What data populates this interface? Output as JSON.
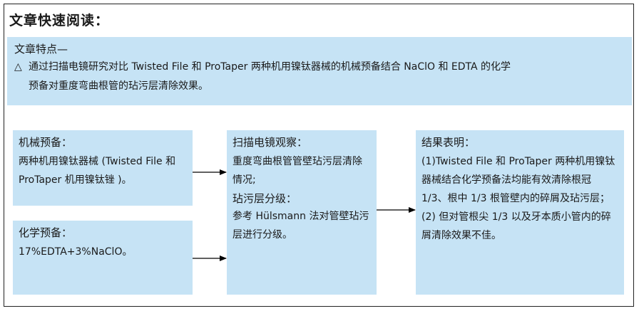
{
  "page": {
    "heading": "文章快速阅读："
  },
  "features": {
    "title": "文章特点—",
    "bullet": "△",
    "line1": "通过扫描电镜研究对比 Twisted File 和 ProTaper 两种机用镍钛器械的机械预备结合 NaClO 和 EDTA 的化学",
    "line2": "预备对重度弯曲根管的玷污层清除效果。"
  },
  "mechanical": {
    "title": "机械预备：",
    "text": "两种机用镍钛器械 (Twisted File 和 ProTaper 机用镍钛锉 )。"
  },
  "chemical": {
    "title": "化学预备：",
    "text": "17%EDTA+3%NaClO。"
  },
  "sem": {
    "title": "扫描电镜观察：",
    "text1": "重度弯曲根管管壁玷污层清除情况;",
    "title2": "玷污层分级：",
    "text2": "参考 Hülsmann 法对管壁玷污层进行分级。"
  },
  "results": {
    "title": "结果表明：",
    "item1_label": "(1)",
    "item1_text": "Twisted File 和 ProTaper 两种机用镍钛器械结合化学预备法均能有效清除根冠 1/3、根中 1/3 根管壁内的碎屑及玷污层；",
    "item2_label": "(2)",
    "item2_text": "但对管根尖 1/3 以及牙本质小管内的碎屑清除效果不佳。"
  },
  "colors": {
    "box_fill": "#c6e3f5",
    "arrow": "#000000",
    "border": "#222222"
  }
}
